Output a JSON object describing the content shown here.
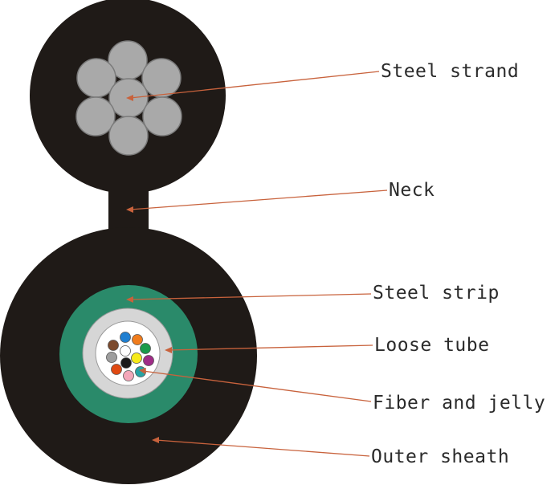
{
  "labels": {
    "steel_strand": "Steel strand",
    "neck": "Neck",
    "steel_strip": "Steel strip",
    "loose_tube": "Loose tube",
    "fiber_and_jelly": "Fiber and jelly",
    "outer_sheath": "Outer sheath"
  },
  "colors": {
    "sheath": "#1f1a17",
    "strand_wire": "#a9a9a9",
    "strand_wire_stroke": "#7a7a7a",
    "steel_strip": "#2a8a6a",
    "loose_tube_ring": "#d6d6d6",
    "jelly": "#ffffff",
    "leader_line": "#c8623c",
    "fibers": [
      "#1f7fd1",
      "#f07c1c",
      "#1a9a4a",
      "#7b4a2e",
      "#ffffff",
      "#9e9e9e",
      "#f6ea1b",
      "#a02c87",
      "#e04a12",
      "#1a1a1a",
      "#f4a7b9",
      "#29a3a3"
    ]
  }
}
